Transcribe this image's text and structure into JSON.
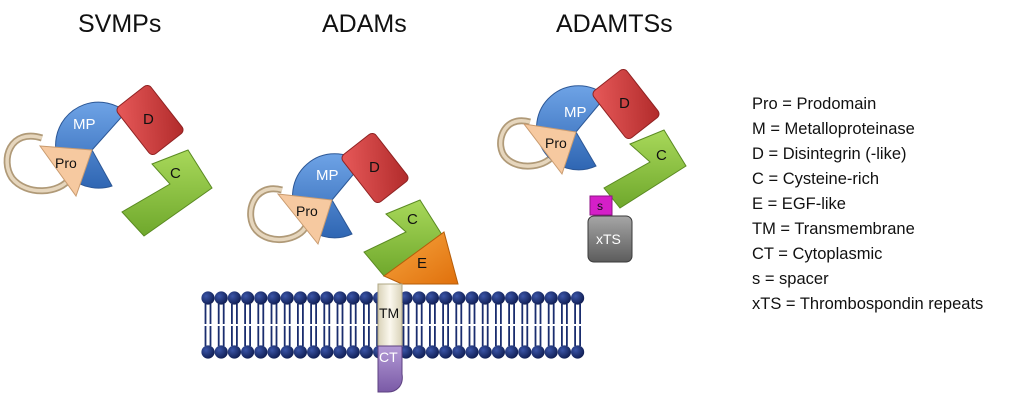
{
  "titles": {
    "svmps": "SVMPs",
    "adams": "ADAMs",
    "adamtss": "ADAMTSs"
  },
  "domain_labels": {
    "mp": "MP",
    "pro": "Pro",
    "d": "D",
    "c": "C",
    "e": "E",
    "tm": "TM",
    "ct": "CT",
    "s": "s",
    "xts": "xTS"
  },
  "legend": [
    "Pro = Prodomain",
    "M = Metalloproteinase",
    "D = Disintegrin (-like)",
    "C = Cysteine-rich",
    "E = EGF-like",
    "TM = Transmembrane",
    "CT = Cytoplasmic",
    "s = spacer",
    "xTS = Thrombospondin repeats"
  ],
  "colors": {
    "mp": "#3f7fcf",
    "pro": "#f6c9a0",
    "d": "#cc3a3a",
    "c": "#8cc43c",
    "e": "#f08a1c",
    "tm": "#efead8",
    "ct": "#8f70b8",
    "s": "#d51fc8",
    "xts": "#7c7c7c",
    "membrane": "#1a2d6e",
    "loop": "#d6bf9c"
  }
}
